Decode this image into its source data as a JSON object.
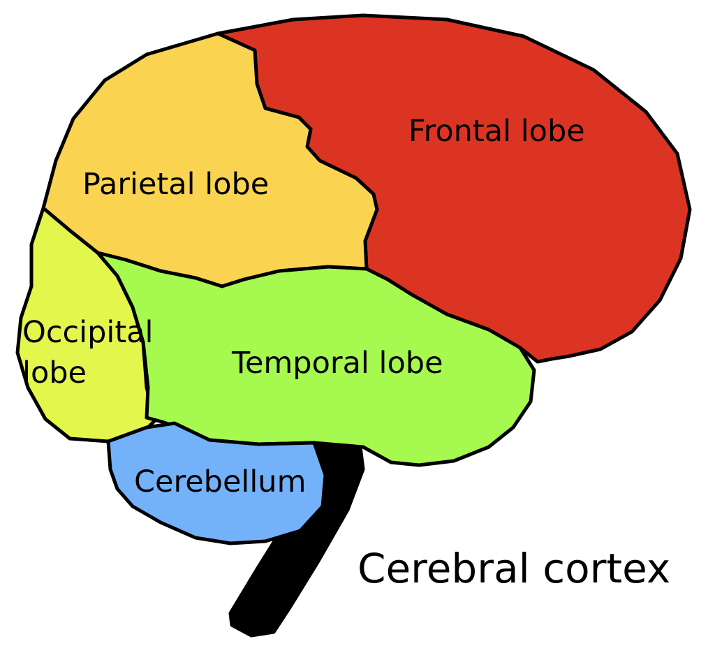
{
  "diagram": {
    "title": "Cerebral cortex",
    "regions": {
      "frontal": {
        "label": "Frontal lobe",
        "color": "#dc3423"
      },
      "parietal": {
        "label": "Parietal lobe",
        "color": "#fad450"
      },
      "occipital": {
        "label_line1": "Occipital",
        "label_line2": "lobe",
        "color": "#e3f64b"
      },
      "temporal": {
        "label": "Temporal lobe",
        "color": "#a6f94f"
      },
      "cerebellum": {
        "label": "Cerebellum",
        "color": "#73b2f9"
      },
      "brainstem": {
        "color": "#000000"
      }
    }
  }
}
